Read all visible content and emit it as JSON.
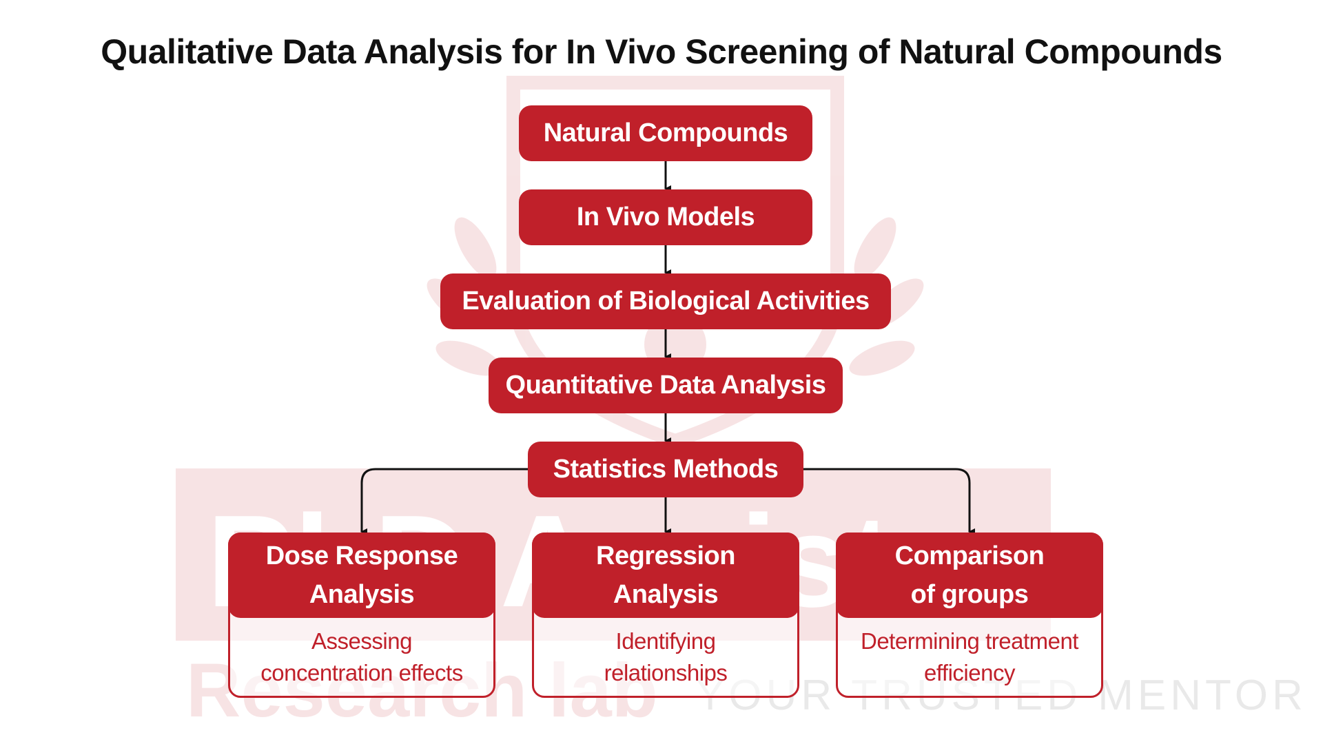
{
  "title": "Qualitative Data Analysis for In Vivo Screening of Natural Compounds",
  "colors": {
    "node_fill": "#c0202a",
    "node_text": "#ffffff",
    "detail_text": "#c0202a",
    "title_text": "#111111",
    "connector": "#111111"
  },
  "flow": {
    "natural_compounds": "Natural Compounds",
    "in_vivo_models": "In Vivo Models",
    "evaluation": "Evaluation of Biological Activities",
    "quantitative": "Quantitative Data Analysis",
    "statistics": "Statistics Methods"
  },
  "methods": [
    {
      "title_line1": "Dose Response",
      "title_line2": "Analysis",
      "detail_line1": "Assessing",
      "detail_line2": "concentration effects"
    },
    {
      "title_line1": "Regression",
      "title_line2": "Analysis",
      "detail_line1": "Identifying",
      "detail_line2": "relationships"
    },
    {
      "title_line1": "Comparison",
      "title_line2": "of groups",
      "detail_line1": "Determining treatment",
      "detail_line2": "efficiency"
    }
  ],
  "watermark": {
    "line1": "PhD Assistance",
    "line2": "Research lab",
    "tagline": "YOUR TRUSTED MENTOR"
  }
}
